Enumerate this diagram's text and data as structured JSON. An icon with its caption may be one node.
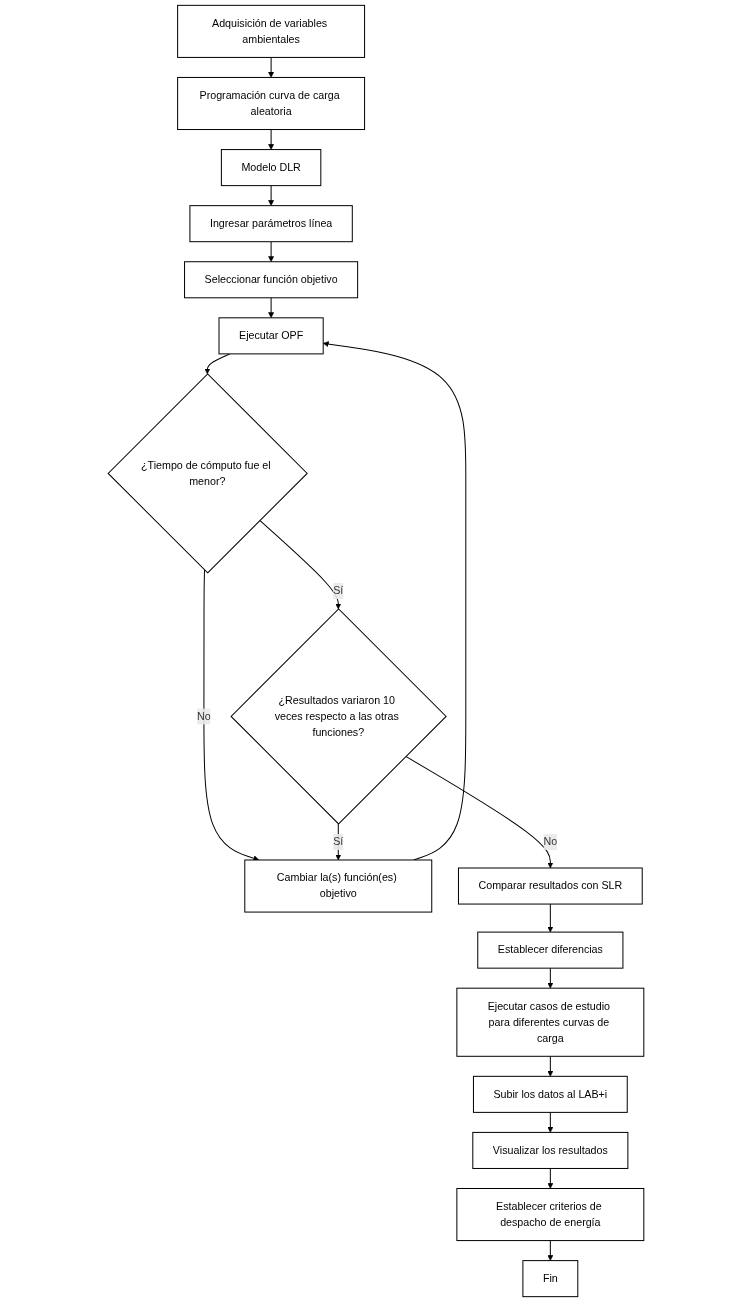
{
  "diagram": {
    "nodes": [
      {
        "text": [
          "Adquisición de variables ambientales"
        ]
      },
      {
        "text": [
          "Programación curva de carga aleatoria"
        ]
      },
      {
        "text": [
          "Modelo DLR"
        ]
      },
      {
        "text": [
          "Ingresar parámetros línea"
        ]
      },
      {
        "text": [
          "Seleccionar función objetivo"
        ]
      },
      {
        "text": [
          "Ejecutar OPF"
        ]
      },
      {
        "text": [
          "¿Tiempo de cómputo fue el menor?"
        ]
      },
      {
        "text": [
          "¿Resultados variaron 10 veces respecto a las otras funciones?"
        ]
      },
      {
        "text": [
          "Cambiar la(s) función(es) objetivo"
        ]
      },
      {
        "text": [
          "Comparar resultados con SLR"
        ]
      },
      {
        "text": [
          "Establecer diferencias"
        ]
      },
      {
        "text": [
          "Ejecutar casos de estudio para diferentes curvas de carga"
        ]
      },
      {
        "text": [
          "Subir los datos al LAB+i"
        ]
      },
      {
        "text": [
          "Visualizar los resultados"
        ]
      },
      {
        "text": [
          "Establecer criterios de despacho de energía"
        ]
      },
      {
        "text": [
          "Fin"
        ]
      }
    ],
    "edges": [
      {
        "from": 0,
        "to": 1,
        "arrow": "to"
      },
      {
        "from": 1,
        "to": 2,
        "arrow": "to"
      },
      {
        "from": 2,
        "to": 3,
        "arrow": "to"
      },
      {
        "from": 3,
        "to": 4,
        "arrow": "to"
      },
      {
        "from": 4,
        "to": 5,
        "arrow": "to"
      },
      {
        "from": 5,
        "to": 6,
        "arrow": "to"
      },
      {
        "from": 6,
        "to": 7,
        "label": "Sí",
        "arrow": "to"
      },
      {
        "from": 6,
        "to": 8,
        "label": "No",
        "arrow": "to"
      },
      {
        "from": 7,
        "to": 8,
        "label": "Sí",
        "arrow": "to"
      },
      {
        "from": 8,
        "to": 5,
        "arrow": "to"
      },
      {
        "from": 7,
        "to": 9,
        "label": "No",
        "arrow": "to"
      },
      {
        "from": 9,
        "to": 10,
        "arrow": "to"
      },
      {
        "from": 10,
        "to": 11,
        "arrow": "to"
      },
      {
        "from": 11,
        "to": 12,
        "arrow": "to"
      },
      {
        "from": 12,
        "to": 13,
        "arrow": "to"
      },
      {
        "from": 13,
        "to": 14,
        "arrow": "to"
      },
      {
        "from": 14,
        "to": 15,
        "arrow": "to"
      }
    ]
  }
}
